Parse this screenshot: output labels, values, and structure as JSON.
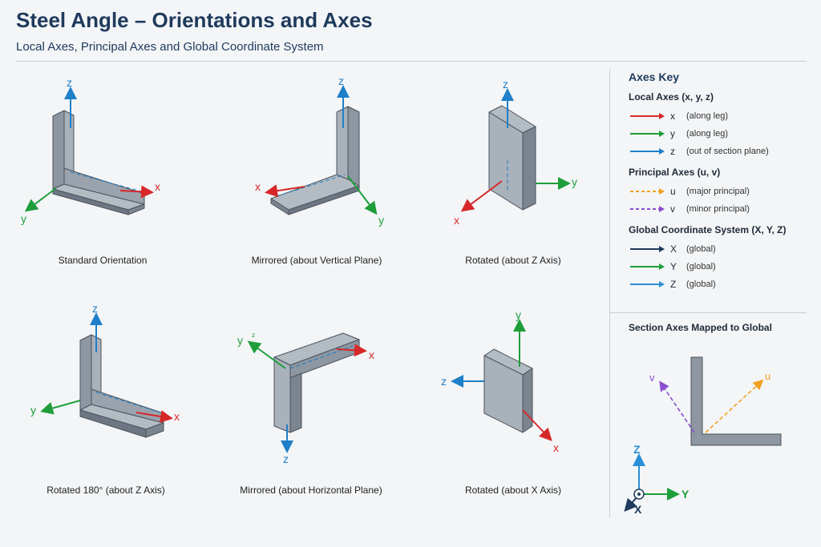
{
  "header": {
    "title": "Steel Angle – Orientations and Axes",
    "subtitle": "Local Axes, Principal Axes and Global Coordinate System"
  },
  "views": [
    {
      "caption": "Standard Orientation"
    },
    {
      "caption": "Mirrored (about Vertical Plane)"
    },
    {
      "caption": "Rotated (about Z Axis)"
    },
    {
      "caption": "Rotated 180° (about Z Axis)"
    },
    {
      "caption": "Mirrored (about Horizontal Plane)"
    },
    {
      "caption": "Rotated (about X Axis)"
    }
  ],
  "axis_labels": {
    "x": "x",
    "y": "y",
    "z": "z",
    "X": "X",
    "Y": "Y",
    "Z": "Z",
    "u": "u",
    "v": "v",
    "small_z": "z"
  },
  "key": {
    "title": "Axes Key",
    "local": {
      "heading": "Local Axes (x, y, z)",
      "items": [
        {
          "sym": "x",
          "desc": "(along leg)",
          "color": "#d62828"
        },
        {
          "sym": "y",
          "desc": "(along leg)",
          "color": "#1e9e3a"
        },
        {
          "sym": "z",
          "desc": "(out of section plane)",
          "color": "#1f7fc9"
        }
      ]
    },
    "principal": {
      "heading": "Principal Axes (u, v)",
      "items": [
        {
          "sym": "u",
          "desc": "(major principal)",
          "color": "#f0a020"
        },
        {
          "sym": "v",
          "desc": "(minor principal)",
          "color": "#8a4fd0"
        }
      ]
    },
    "global": {
      "heading": "Global Coordinate System (X, Y, Z)",
      "items": [
        {
          "sym": "X",
          "desc": "(global)",
          "color": "#1e3a5c"
        },
        {
          "sym": "Y",
          "desc": "(global)",
          "color": "#1e9e3a"
        },
        {
          "sym": "Z",
          "desc": "(global)",
          "color": "#2a8fd6"
        }
      ]
    }
  },
  "mapping": {
    "title": "Section Axes Mapped to Global"
  },
  "colors": {
    "red": "#d62828",
    "green": "#1e9e3a",
    "blue": "#1f7fc9",
    "orange": "#f0a020",
    "purple": "#8a4fd0",
    "navy": "#1e3a5c",
    "steel_light": "#a9b1ba",
    "steel_mid": "#8d96a1",
    "steel_dark": "#6d7682"
  }
}
